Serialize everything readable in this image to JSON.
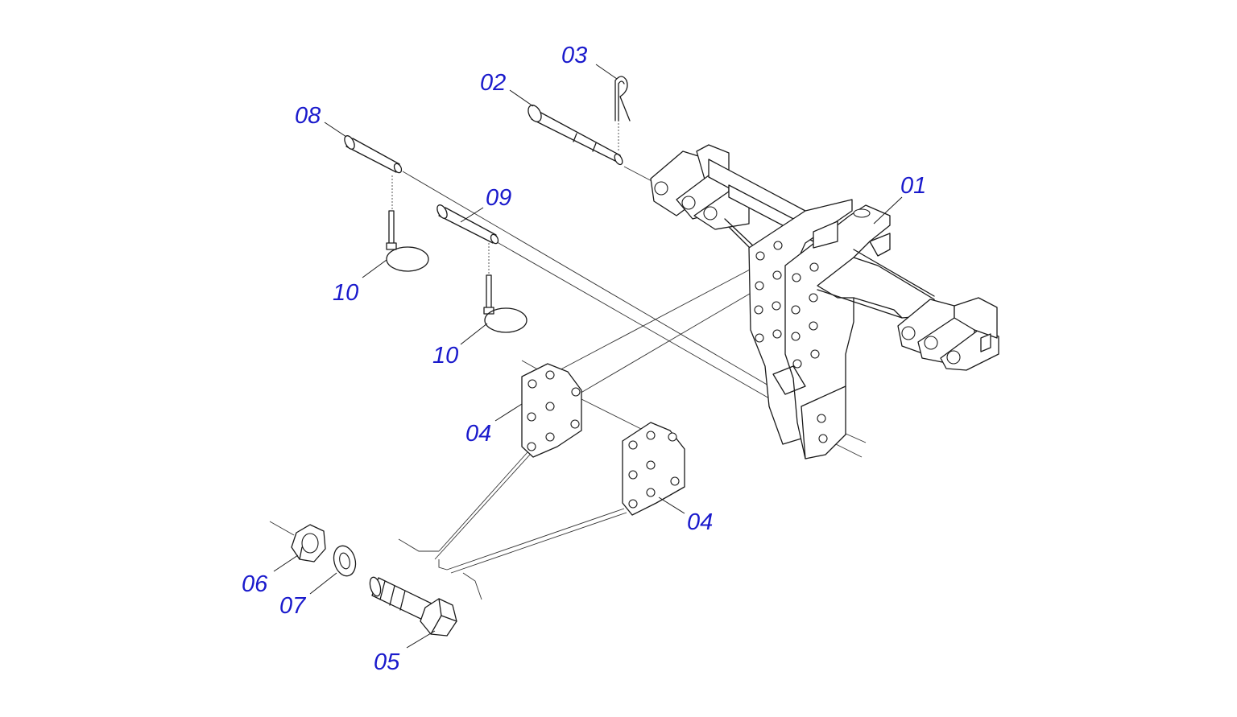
{
  "diagram": {
    "label_color": "#1a1acc",
    "callouts": [
      {
        "id": "01",
        "text": "01"
      },
      {
        "id": "02",
        "text": "02"
      },
      {
        "id": "03",
        "text": "03"
      },
      {
        "id": "04a",
        "text": "04"
      },
      {
        "id": "04b",
        "text": "04"
      },
      {
        "id": "05",
        "text": "05"
      },
      {
        "id": "06",
        "text": "06"
      },
      {
        "id": "07",
        "text": "07"
      },
      {
        "id": "08",
        "text": "08"
      },
      {
        "id": "09",
        "text": "09"
      },
      {
        "id": "10a",
        "text": "10"
      },
      {
        "id": "10b",
        "text": "10"
      }
    ]
  }
}
